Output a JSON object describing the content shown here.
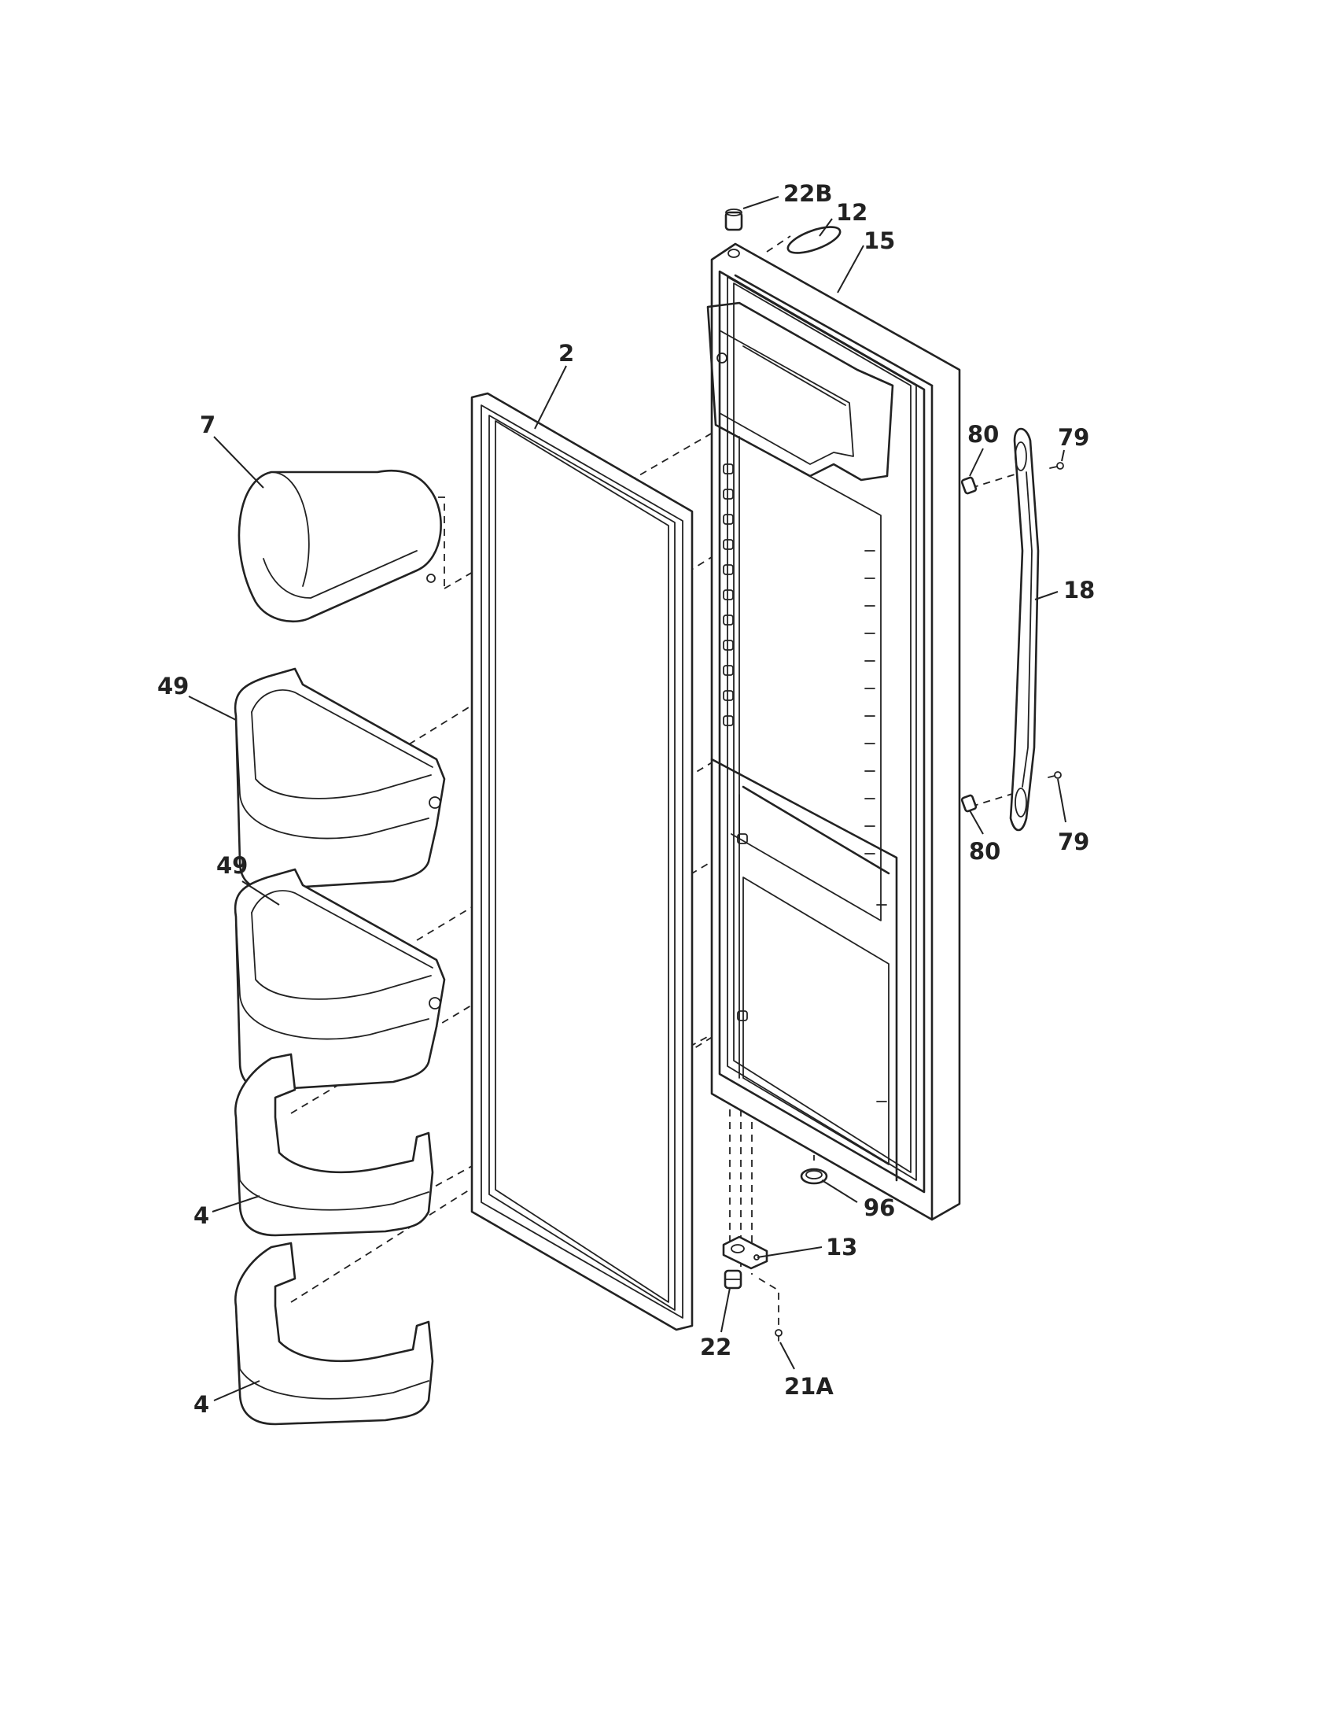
{
  "callouts": {
    "c22b": "22B",
    "c12": "12",
    "c15": "15",
    "c2": "2",
    "c7": "7",
    "c80a": "80",
    "c79a": "79",
    "c18": "18",
    "c49a": "49",
    "c80b": "80",
    "c79b": "79",
    "c49b": "49",
    "c4a": "4",
    "c96": "96",
    "c13": "13",
    "c22": "22",
    "c21a": "21A",
    "c4b": "4"
  }
}
